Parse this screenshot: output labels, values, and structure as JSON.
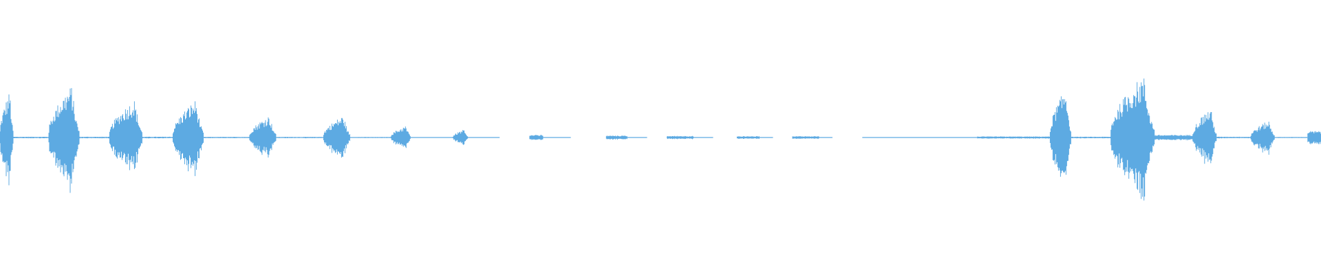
{
  "waveform": {
    "color": "#5daae2",
    "background": "#ffffff",
    "duration_fraction_segments": [
      {
        "start": 0.0,
        "end": 0.01,
        "amplitude": 0.36
      },
      {
        "start": 0.01,
        "end": 0.037,
        "amplitude": 0.006
      },
      {
        "start": 0.037,
        "end": 0.06,
        "amplitude": 0.4
      },
      {
        "start": 0.06,
        "end": 0.083,
        "amplitude": 0.006
      },
      {
        "start": 0.083,
        "end": 0.108,
        "amplitude": 0.29
      },
      {
        "start": 0.108,
        "end": 0.131,
        "amplitude": 0.006
      },
      {
        "start": 0.131,
        "end": 0.154,
        "amplitude": 0.29
      },
      {
        "start": 0.154,
        "end": 0.189,
        "amplitude": 0.005
      },
      {
        "start": 0.189,
        "end": 0.209,
        "amplitude": 0.17
      },
      {
        "start": 0.209,
        "end": 0.245,
        "amplitude": 0.005
      },
      {
        "start": 0.245,
        "end": 0.265,
        "amplitude": 0.17
      },
      {
        "start": 0.265,
        "end": 0.296,
        "amplitude": 0.004
      },
      {
        "start": 0.296,
        "end": 0.311,
        "amplitude": 0.09
      },
      {
        "start": 0.311,
        "end": 0.343,
        "amplitude": 0.003
      },
      {
        "start": 0.343,
        "end": 0.354,
        "amplitude": 0.06
      },
      {
        "start": 0.354,
        "end": 0.378,
        "amplitude": 0.002
      },
      {
        "start": 0.401,
        "end": 0.411,
        "amplitude": 0.02
      },
      {
        "start": 0.411,
        "end": 0.432,
        "amplitude": 0.002
      },
      {
        "start": 0.459,
        "end": 0.475,
        "amplitude": 0.015
      },
      {
        "start": 0.475,
        "end": 0.49,
        "amplitude": 0.002
      },
      {
        "start": 0.505,
        "end": 0.525,
        "amplitude": 0.012
      },
      {
        "start": 0.525,
        "end": 0.54,
        "amplitude": 0.002
      },
      {
        "start": 0.558,
        "end": 0.575,
        "amplitude": 0.01
      },
      {
        "start": 0.575,
        "end": 0.585,
        "amplitude": 0.002
      },
      {
        "start": 0.6,
        "end": 0.62,
        "amplitude": 0.01
      },
      {
        "start": 0.62,
        "end": 0.63,
        "amplitude": 0.002
      },
      {
        "start": 0.653,
        "end": 0.74,
        "amplitude": 0.002
      },
      {
        "start": 0.74,
        "end": 0.795,
        "amplitude": 0.008
      },
      {
        "start": 0.795,
        "end": 0.811,
        "amplitude": 0.38
      },
      {
        "start": 0.811,
        "end": 0.841,
        "amplitude": 0.006
      },
      {
        "start": 0.841,
        "end": 0.874,
        "amplitude": 0.48
      },
      {
        "start": 0.874,
        "end": 0.903,
        "amplitude": 0.02
      },
      {
        "start": 0.903,
        "end": 0.921,
        "amplitude": 0.23
      },
      {
        "start": 0.921,
        "end": 0.947,
        "amplitude": 0.006
      },
      {
        "start": 0.947,
        "end": 0.965,
        "amplitude": 0.13
      },
      {
        "start": 0.965,
        "end": 0.99,
        "amplitude": 0.004
      },
      {
        "start": 0.99,
        "end": 1.0,
        "amplitude": 0.05
      }
    ]
  }
}
